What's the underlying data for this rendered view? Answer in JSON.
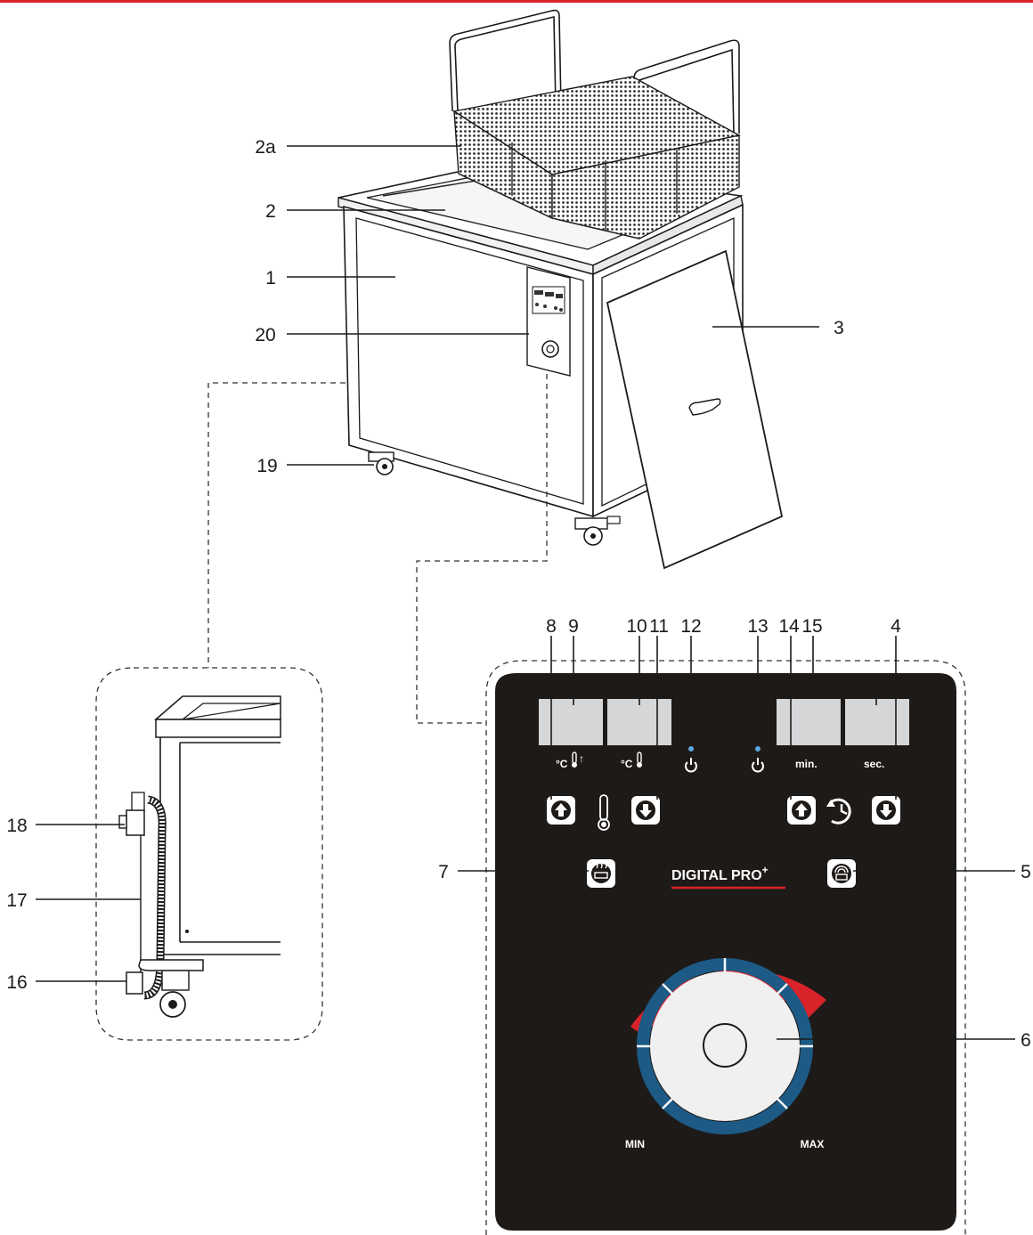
{
  "callouts": {
    "c1": "1",
    "c2": "2",
    "c2a": "2a",
    "c3": "3",
    "c4": "4",
    "c5": "5",
    "c6": "6",
    "c7": "7",
    "c8": "8",
    "c9": "9",
    "c10": "10",
    "c11": "11",
    "c12": "12",
    "c13": "13",
    "c14": "14",
    "c15": "15",
    "c16": "16",
    "c17": "17",
    "c18": "18",
    "c19": "19",
    "c20": "20"
  },
  "panel": {
    "temp_set_unit": "°C",
    "temp_actual_unit": "°C",
    "timer_min_label": "min.",
    "timer_sec_label": "sec.",
    "brand_name": "DIGITAL PRO",
    "brand_sup": "+",
    "knob_min_label": "MIN",
    "knob_max_label": "MAX"
  },
  "icons": {
    "up_arrow": "arrow-up-icon",
    "down_arrow": "arrow-down-icon",
    "thermometer": "thermometer-icon",
    "power": "power-icon",
    "timer": "timer-icon",
    "heater": "heater-icon",
    "degas": "degas-icon"
  },
  "colors": {
    "accent_red": "#d8232a",
    "panel_bg": "#1e1a18",
    "display_grey": "#d5d6d8",
    "knob_ring": "#1d5a86",
    "led_blue": "#5aa8dd"
  }
}
